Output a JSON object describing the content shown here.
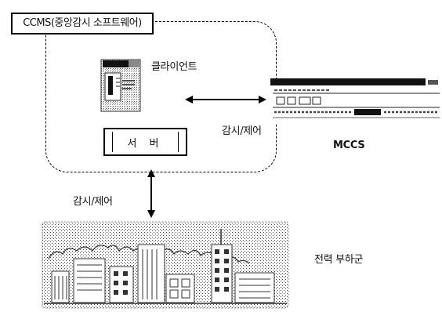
{
  "nodes": {
    "ccms_label": "CCMS(중앙감시 소프트웨어)",
    "client_label": "클라이언트",
    "server_label": "서 버",
    "mccs_label": "MCCS",
    "load_group_label": "전력 부하군"
  },
  "edges": {
    "client_mccs_label": "감시/제어",
    "server_load_label": "감시/제어"
  }
}
